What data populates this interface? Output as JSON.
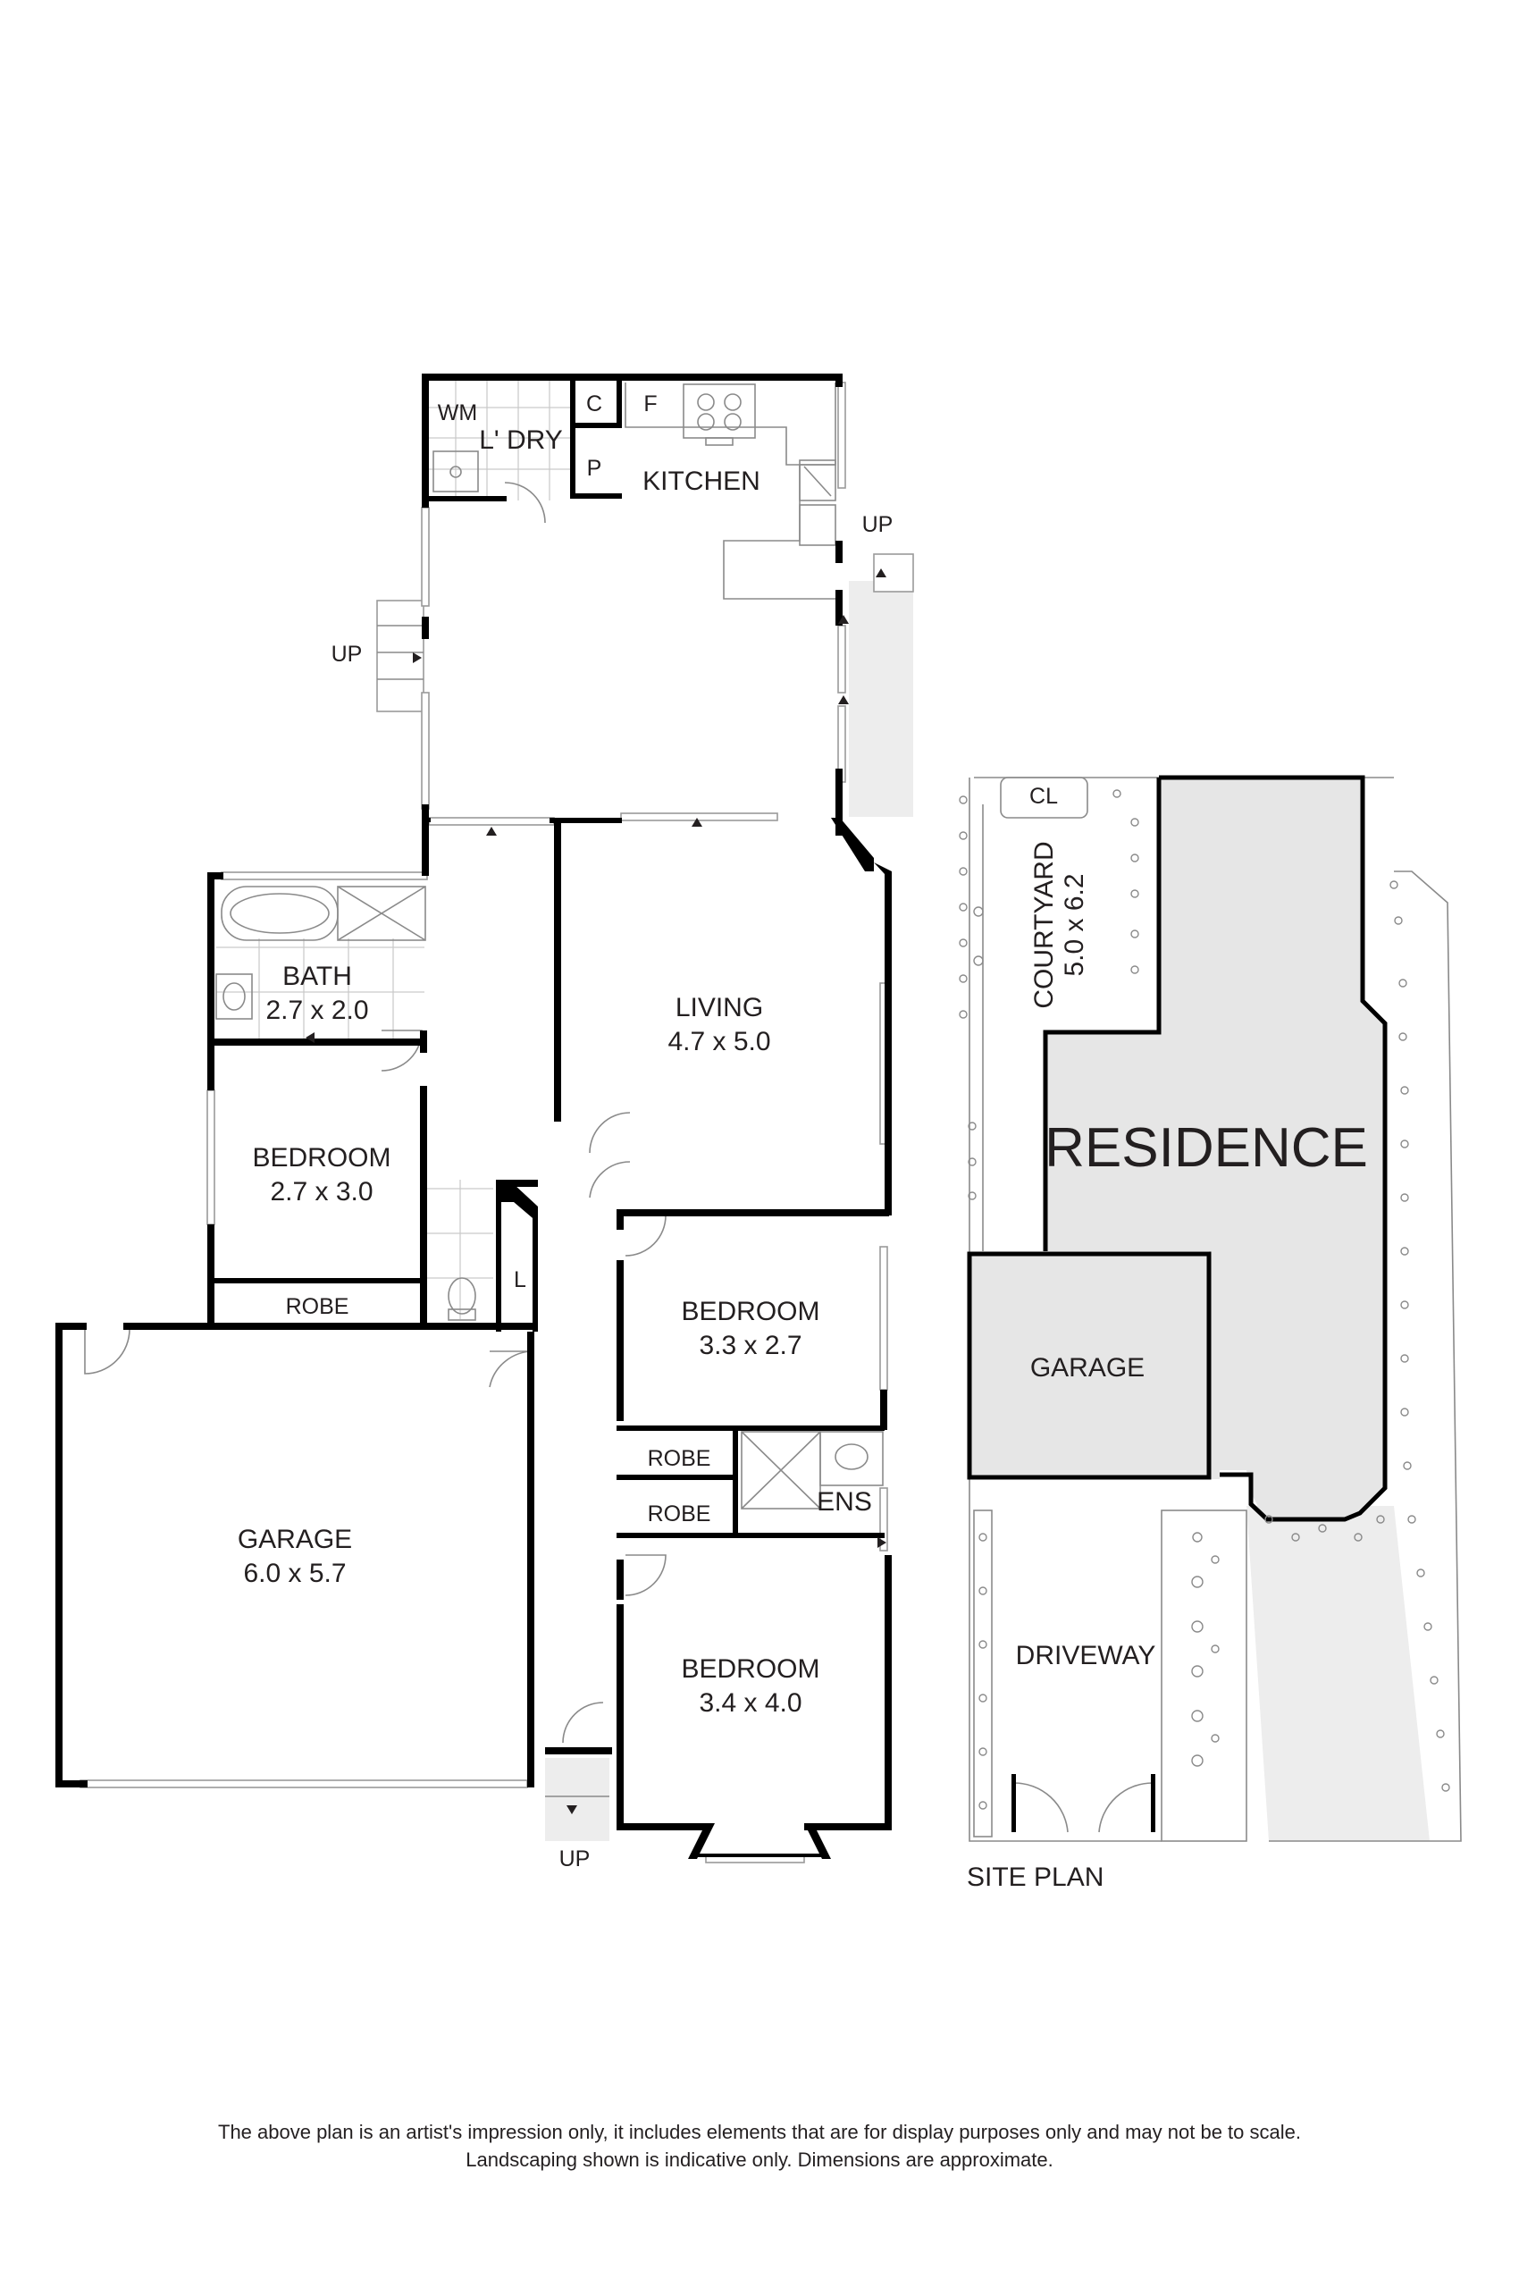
{
  "floor_plan": {
    "rooms": {
      "laundry": {
        "name": "L' DRY"
      },
      "kitchen": {
        "name": "KITCHEN"
      },
      "bath": {
        "name": "BATH",
        "dims": "2.7 x 2.0"
      },
      "living": {
        "name": "LIVING",
        "dims": "4.7 x 5.0"
      },
      "bedroom_west": {
        "name": "BEDROOM",
        "dims": "2.7 x 3.0"
      },
      "bedroom_mid": {
        "name": "BEDROOM",
        "dims": "3.3 x 2.7"
      },
      "bedroom_main": {
        "name": "BEDROOM",
        "dims": "3.4 x 4.0"
      },
      "garage": {
        "name": "GARAGE",
        "dims": "6.0 x 5.7"
      }
    },
    "fixtures": {
      "wm": "WM",
      "cupboard": "C",
      "fridge": "F",
      "pantry": "P",
      "linen": "L",
      "robe_west": "ROBE",
      "robe_mid": "ROBE",
      "robe_main": "ROBE",
      "ensuite": "ENS"
    },
    "steps": {
      "west": "UP",
      "east": "UP",
      "front": "UP"
    }
  },
  "site_plan": {
    "title": "SITE PLAN",
    "residence": "RESIDENCE",
    "garage": "GARAGE",
    "driveway": "DRIVEWAY",
    "courtyard": {
      "name": "COURTYARD",
      "dims": "5.0 x 6.2"
    },
    "clothesline": "CL"
  },
  "disclaimer": {
    "line1": "The above plan is an artist's impression only, it includes elements that are for display purposes only and may not be to scale.",
    "line2": "Landscaping shown is indicative only. Dimensions are approximate."
  },
  "colors": {
    "wall": "#000000",
    "text": "#231f20",
    "shade": "#ededed"
  }
}
